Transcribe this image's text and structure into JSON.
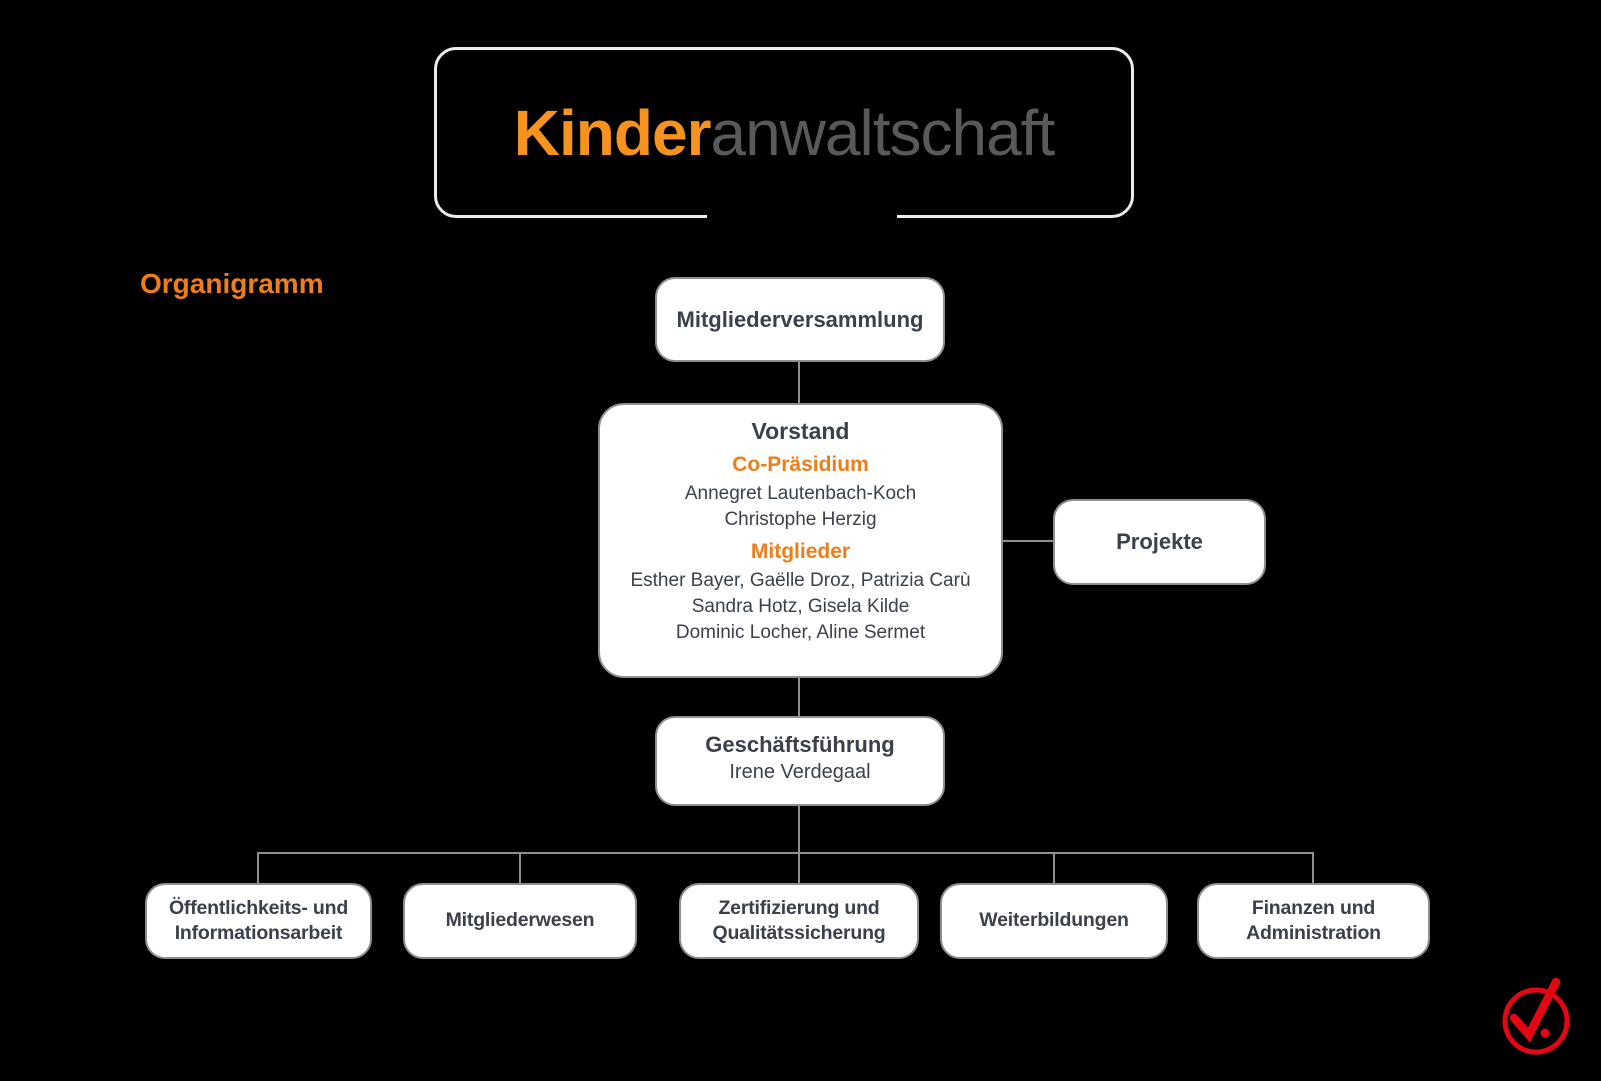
{
  "colors": {
    "background": "#000000",
    "accent_orange": "#ee7d1b",
    "logo_orange": "#f6921e",
    "logo_gray": "#58595b",
    "text_dark": "#3a414c",
    "box_border": "#8f8f8f",
    "connector_gray": "#8f8f8f",
    "seal_red": "#e30613"
  },
  "logo": {
    "word_part_1": "Kinder",
    "word_part_2": "anwaltschaft"
  },
  "page_title": "Organigramm",
  "chart": {
    "root": {
      "label": "Mitgliederversammlung"
    },
    "board": {
      "title": "Vorstand",
      "sections": [
        {
          "heading": "Co-Präsidium",
          "members": [
            "Annegret Lautenbach-Koch",
            "Christophe Herzig"
          ]
        },
        {
          "heading": "Mitglieder",
          "members": [
            "Esther Bayer, Gaëlle Droz, Patrizia Carù",
            "Sandra Hotz, Gisela Kilde",
            "Dominic Locher, Aline Sermet"
          ]
        }
      ]
    },
    "projects": {
      "label": "Projekte"
    },
    "management": {
      "title": "Geschäftsführung",
      "member": "Irene Verdegaal"
    },
    "departments": [
      {
        "label": "Öffentlichkeits- und Informationsarbeit"
      },
      {
        "label": "Mitgliederwesen"
      },
      {
        "label": "Zertifizierung und Qualitätssicherung"
      },
      {
        "label": "Weiterbildungen"
      },
      {
        "label": "Finanzen und Administration"
      }
    ]
  },
  "seal": {
    "icon": "red-check-seal"
  }
}
